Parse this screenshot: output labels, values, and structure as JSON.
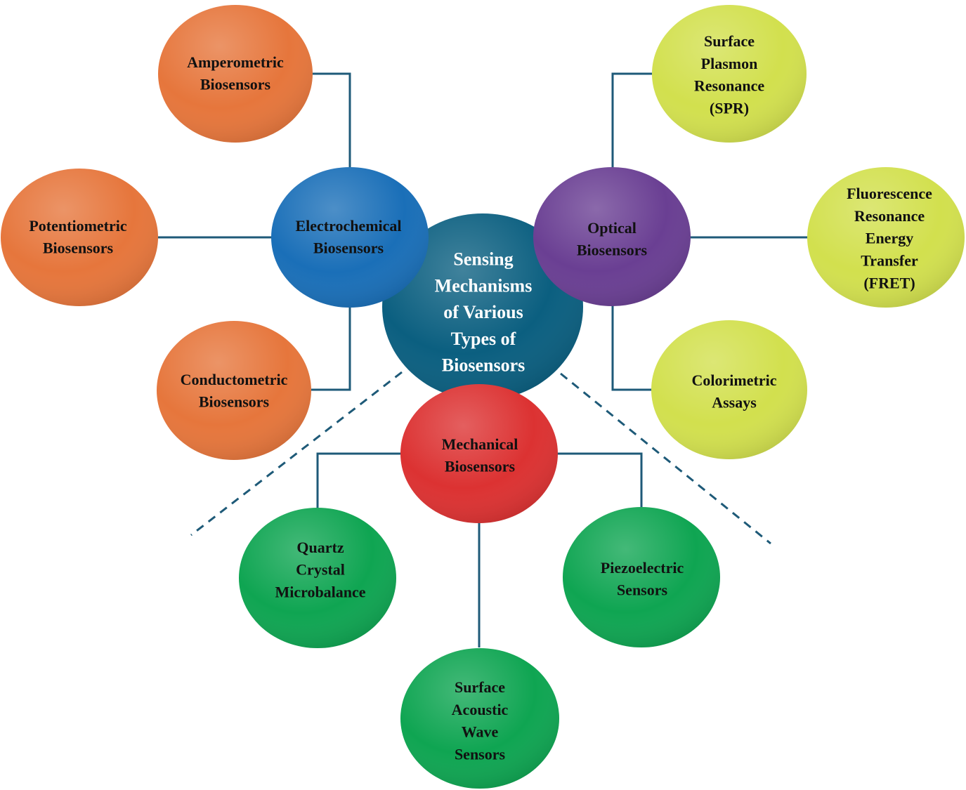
{
  "colors": {
    "center": "#0b5f80",
    "electrochemical": "#1a6fb8",
    "electrochemical_children": "#e6763c",
    "optical": "#6a3f93",
    "optical_children": "#d2e04e",
    "mechanical": "#dc3232",
    "mechanical_children": "#0fa552",
    "connector": "#1e5a78",
    "text_dark": "#111111",
    "text_light": "#ffffff"
  },
  "nodes": {
    "center": {
      "lines": [
        "Sensing",
        "Mechanisms",
        "of Various",
        "Types of",
        "Biosensors"
      ]
    },
    "electrochemical": {
      "lines": [
        "Electrochemical",
        "Biosensors"
      ]
    },
    "optical": {
      "lines": [
        "Optical",
        "Biosensors"
      ]
    },
    "mechanical": {
      "lines": [
        "Mechanical",
        "Biosensors"
      ]
    },
    "amperometric": {
      "lines": [
        "Amperometric",
        "Biosensors"
      ]
    },
    "potentiometric": {
      "lines": [
        "Potentiometric",
        "Biosensors"
      ]
    },
    "conductometric": {
      "lines": [
        "Conductometric",
        "Biosensors"
      ]
    },
    "spr": {
      "lines": [
        "Surface",
        "Plasmon",
        "Resonance",
        "(SPR)"
      ]
    },
    "fret": {
      "lines": [
        "Fluorescence",
        "Resonance",
        "Energy",
        "Transfer",
        "(FRET)"
      ]
    },
    "colorimetric": {
      "lines": [
        "Colorimetric",
        "Assays"
      ]
    },
    "qcm": {
      "lines": [
        "Quartz",
        "Crystal",
        "Microbalance"
      ]
    },
    "saw": {
      "lines": [
        "Surface",
        "Acoustic",
        "Wave",
        "Sensors"
      ]
    },
    "piezoelectric": {
      "lines": [
        "Piezoelectric",
        "Sensors"
      ]
    }
  }
}
